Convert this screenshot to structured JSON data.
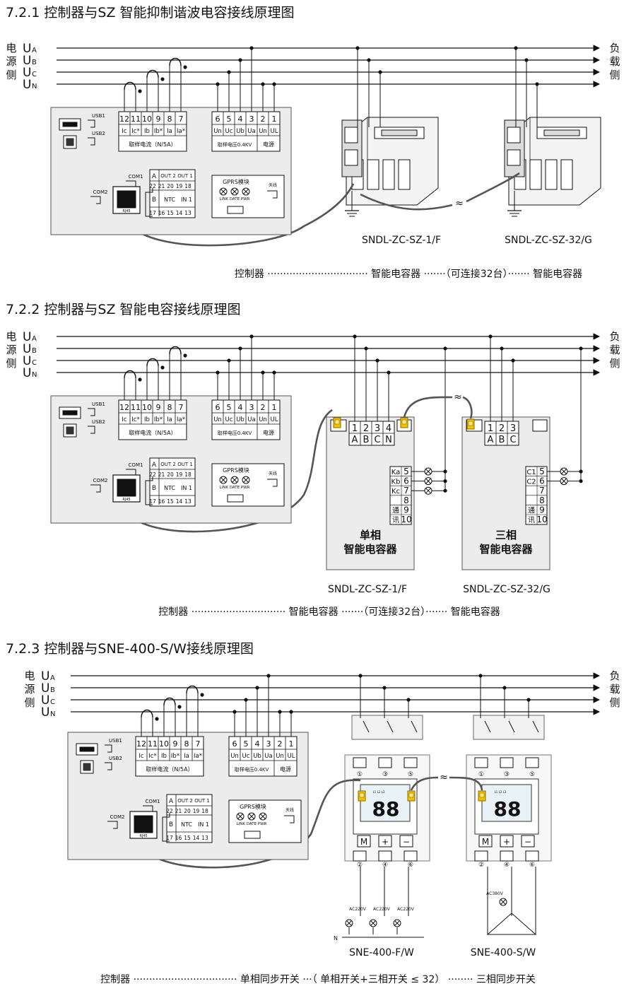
{
  "sections": [
    {
      "heading": "7.2.1 控制器与SZ 智能抑制谐波电容接线原理图",
      "source_side": [
        "电",
        "源",
        "侧"
      ],
      "load_side": [
        "负",
        "载",
        "侧"
      ],
      "lines": [
        "A",
        "B",
        "C",
        "N"
      ],
      "controller": {
        "usb1": "USB1",
        "usb2": "USB2",
        "current_terms": [
          "12",
          "11",
          "10",
          "9",
          "8",
          "7"
        ],
        "current_sigs": [
          "Ic",
          "Ic*",
          "Ib",
          "Ib*",
          "Ia",
          "Ia*"
        ],
        "current_label": "取样电流（N/5A）",
        "volt_terms": [
          "6",
          "5",
          "4",
          "3",
          "2",
          "1"
        ],
        "volt_sigs": [
          "Un",
          "Uc",
          "Ub",
          "Ua",
          "Un",
          "UL"
        ],
        "volt_label": "取样电压0.4KV",
        "power_label": "电源",
        "com1": "COM1",
        "com2": "COM2",
        "rj45": "RJ45",
        "io_a": "A",
        "out2": "OUT 2",
        "out1": "OUT 1",
        "io_row1": [
          "22",
          "21",
          "20",
          "19",
          "18"
        ],
        "io_b": "B",
        "ntc": "NTC",
        "in1": "IN 1",
        "io_row2": [
          "17",
          "16",
          "15",
          "14",
          "13"
        ],
        "gprs": "GPRS模块",
        "gprs_leds": "LINK DATE PWR",
        "antenna": "天线"
      },
      "devices": [
        "SNDL-ZC-SZ-1/F",
        "SNDL-ZC-SZ-32/G"
      ],
      "footer": "控制器 ································ 智能电容器 ·······（可连接32台）······· 智能电容器"
    },
    {
      "heading": "7.2.2 控制器与SZ 智能电容接线原理图",
      "single_terms": [
        "1",
        "2",
        "3",
        "4"
      ],
      "single_sigs": [
        "A",
        "B",
        "C",
        "N"
      ],
      "single_ctrl": [
        [
          "Ka",
          "5"
        ],
        [
          "Kb",
          "6"
        ],
        [
          "Kc",
          "7"
        ],
        [
          "",
          "8"
        ],
        [
          "通",
          "9"
        ],
        [
          "讯",
          "10"
        ]
      ],
      "single_name": [
        "单相",
        "智能电容器"
      ],
      "three_terms": [
        "1",
        "2",
        "3"
      ],
      "three_sigs": [
        "A",
        "B",
        "C"
      ],
      "three_ctrl": [
        [
          "C1",
          "5"
        ],
        [
          "C2",
          "6"
        ],
        [
          "",
          "7"
        ],
        [
          "",
          "8"
        ],
        [
          "通",
          "9"
        ],
        [
          "讯",
          "10"
        ]
      ],
      "three_name": [
        "三相",
        "智能电容器"
      ],
      "devices": [
        "SNDL-ZC-SZ-1/F",
        "SNDL-ZC-SZ-32/G"
      ],
      "footer": "控制器 ······························ 智能电容器 ·······（可连接32台）······· 智能电容器"
    },
    {
      "heading": "7.2.3 控制器与SNE-400-S/W接线原理图",
      "display": "88",
      "buttons": [
        "M",
        "+",
        "−"
      ],
      "circled_top": [
        "①",
        "③",
        "⑤"
      ],
      "circled_bot": [
        "②",
        "④",
        "⑥"
      ],
      "phase_labels": "L1 L2 L3",
      "ac220": "AC220V",
      "ac380": "AC380V",
      "n_label": "N",
      "devices": [
        "SNE-400-F/W",
        "SNE-400-S/W"
      ],
      "footer": "控制器 ································· 单相同步开关 ···（ 单相开关+三相开关 ≤ 32） ········ 三相同步开关"
    }
  ]
}
